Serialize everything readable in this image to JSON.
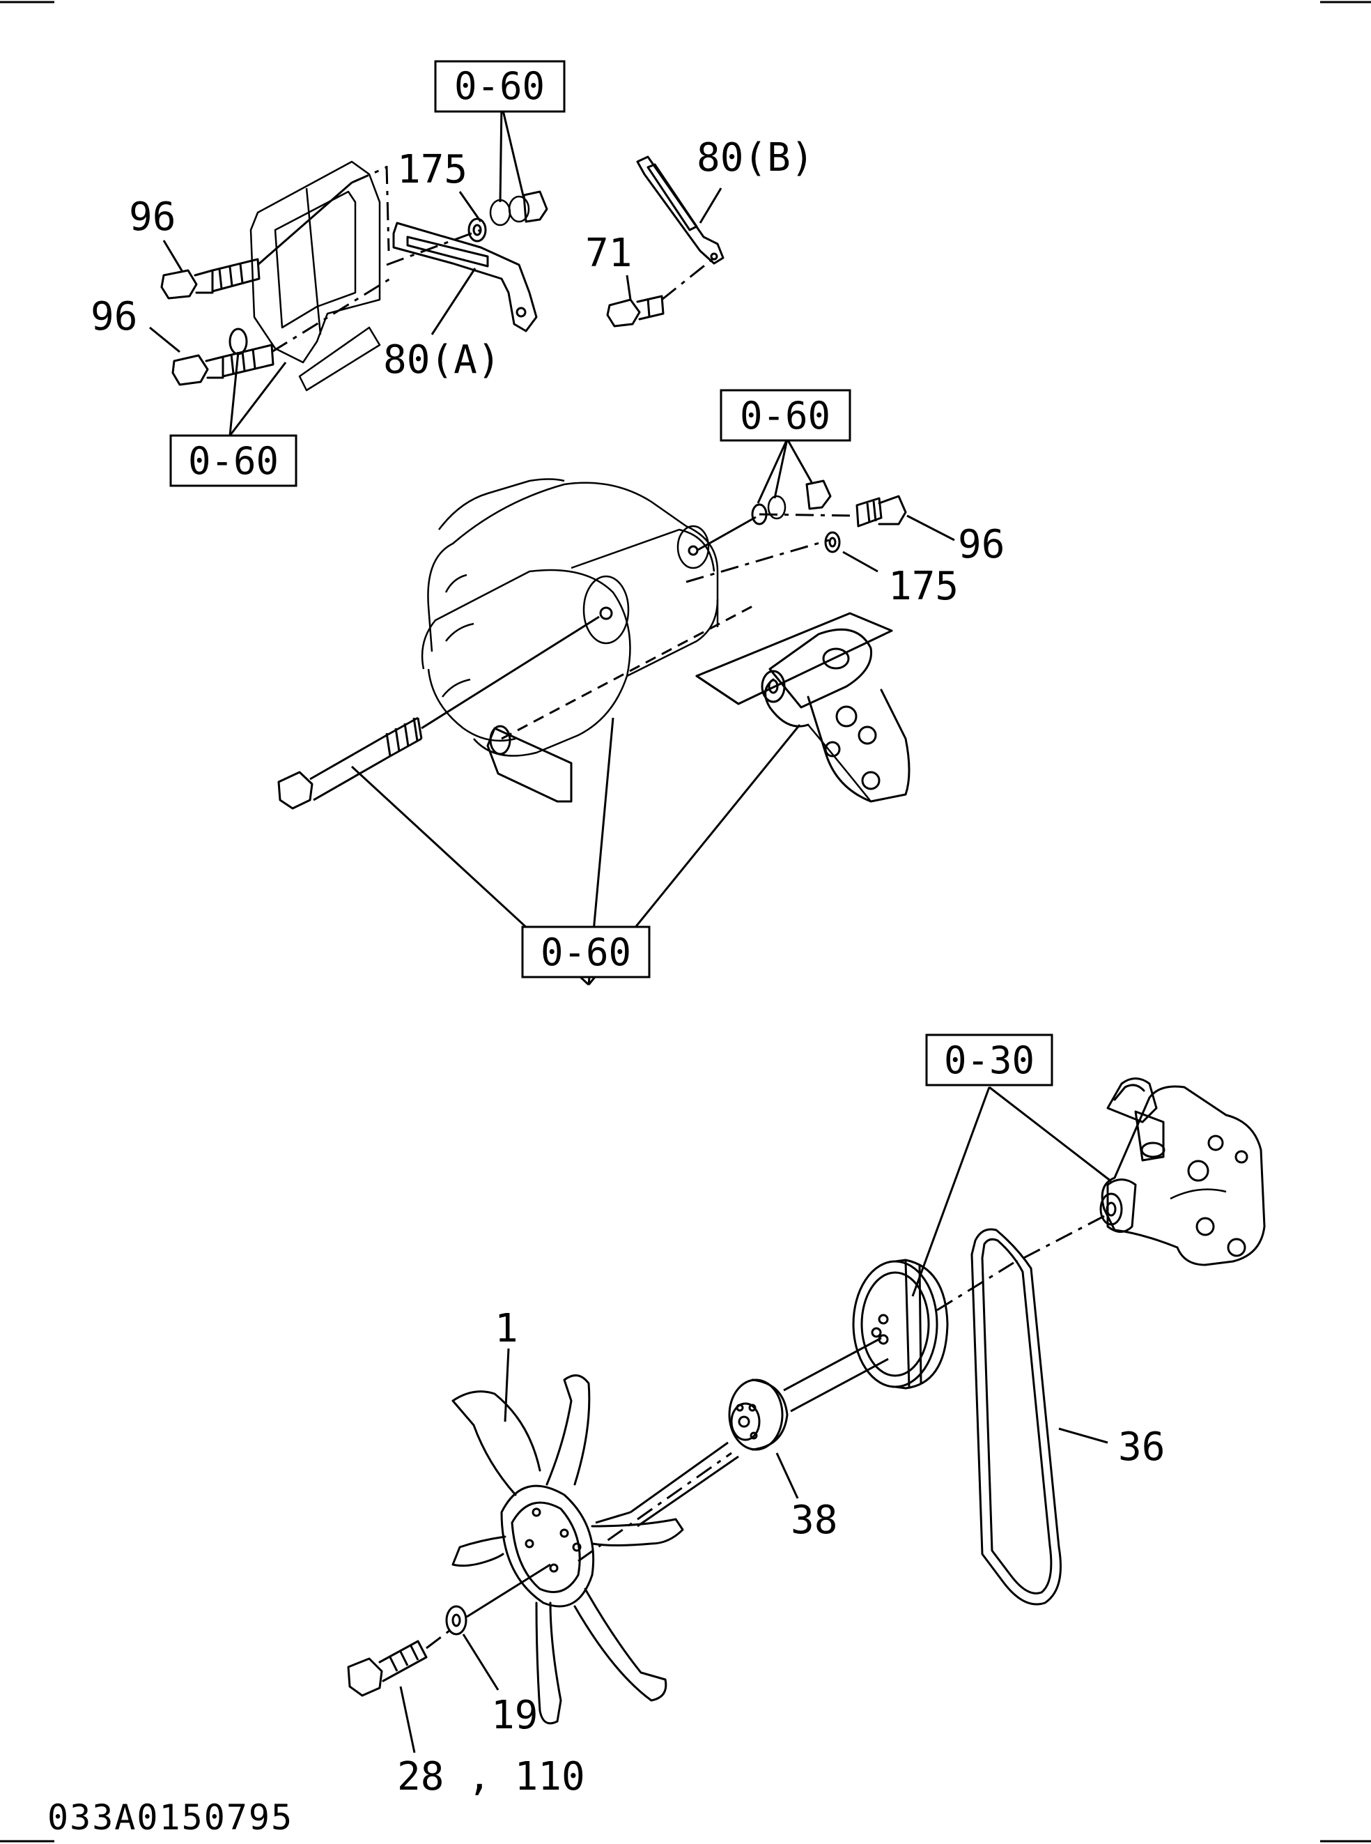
{
  "ref_boxes": {
    "r1": "0-60",
    "r2": "0-60",
    "r3": "0-60",
    "r4": "0-60",
    "r5": "0-30"
  },
  "labels": {
    "bolt_96_upper": "96",
    "bolt_96_lower": "96",
    "washer_175_top": "175",
    "bracket_80a": "80(A)",
    "bracket_80b": "80(B)",
    "bolt_71": "71",
    "bolt_96_right": "96",
    "washer_175_right": "175",
    "fan_1": "1",
    "spacer_38": "38",
    "belt_36": "36",
    "washer_19": "19",
    "bolt_28_110": "28 , 110"
  },
  "drawing_code": "033A0150795",
  "icons": [
    "alternator-icon",
    "fan-icon",
    "water-pump-icon",
    "pulley-icon",
    "v-belt-icon",
    "bolt-icon",
    "washer-icon"
  ]
}
